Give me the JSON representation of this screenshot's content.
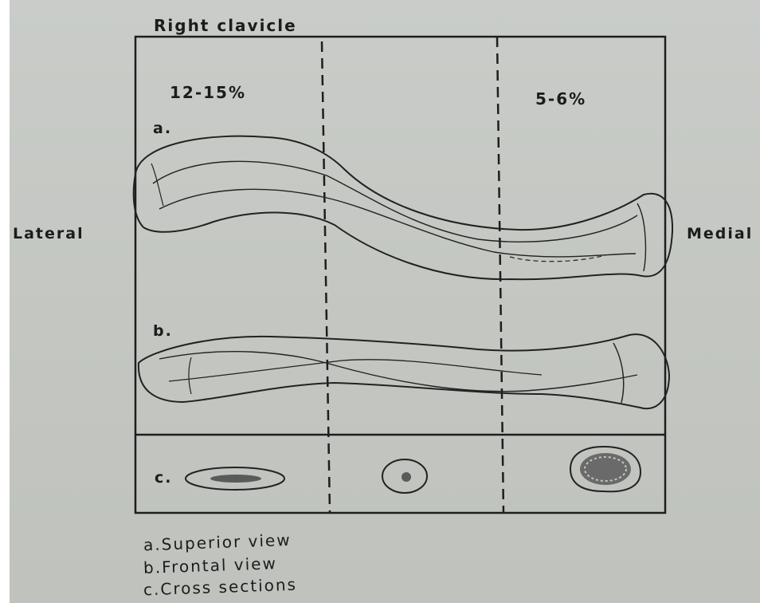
{
  "figure": {
    "title": "Right clavicle",
    "percent_lateral": "12-15%",
    "percent_medial": "5-6%",
    "side_lateral": "Lateral",
    "side_medial": "Medial",
    "panel_letters": [
      "a.",
      "b.",
      "c."
    ],
    "legend": [
      "a.Superior view",
      "b.Frontal view",
      "c.Cross sections"
    ]
  }
}
